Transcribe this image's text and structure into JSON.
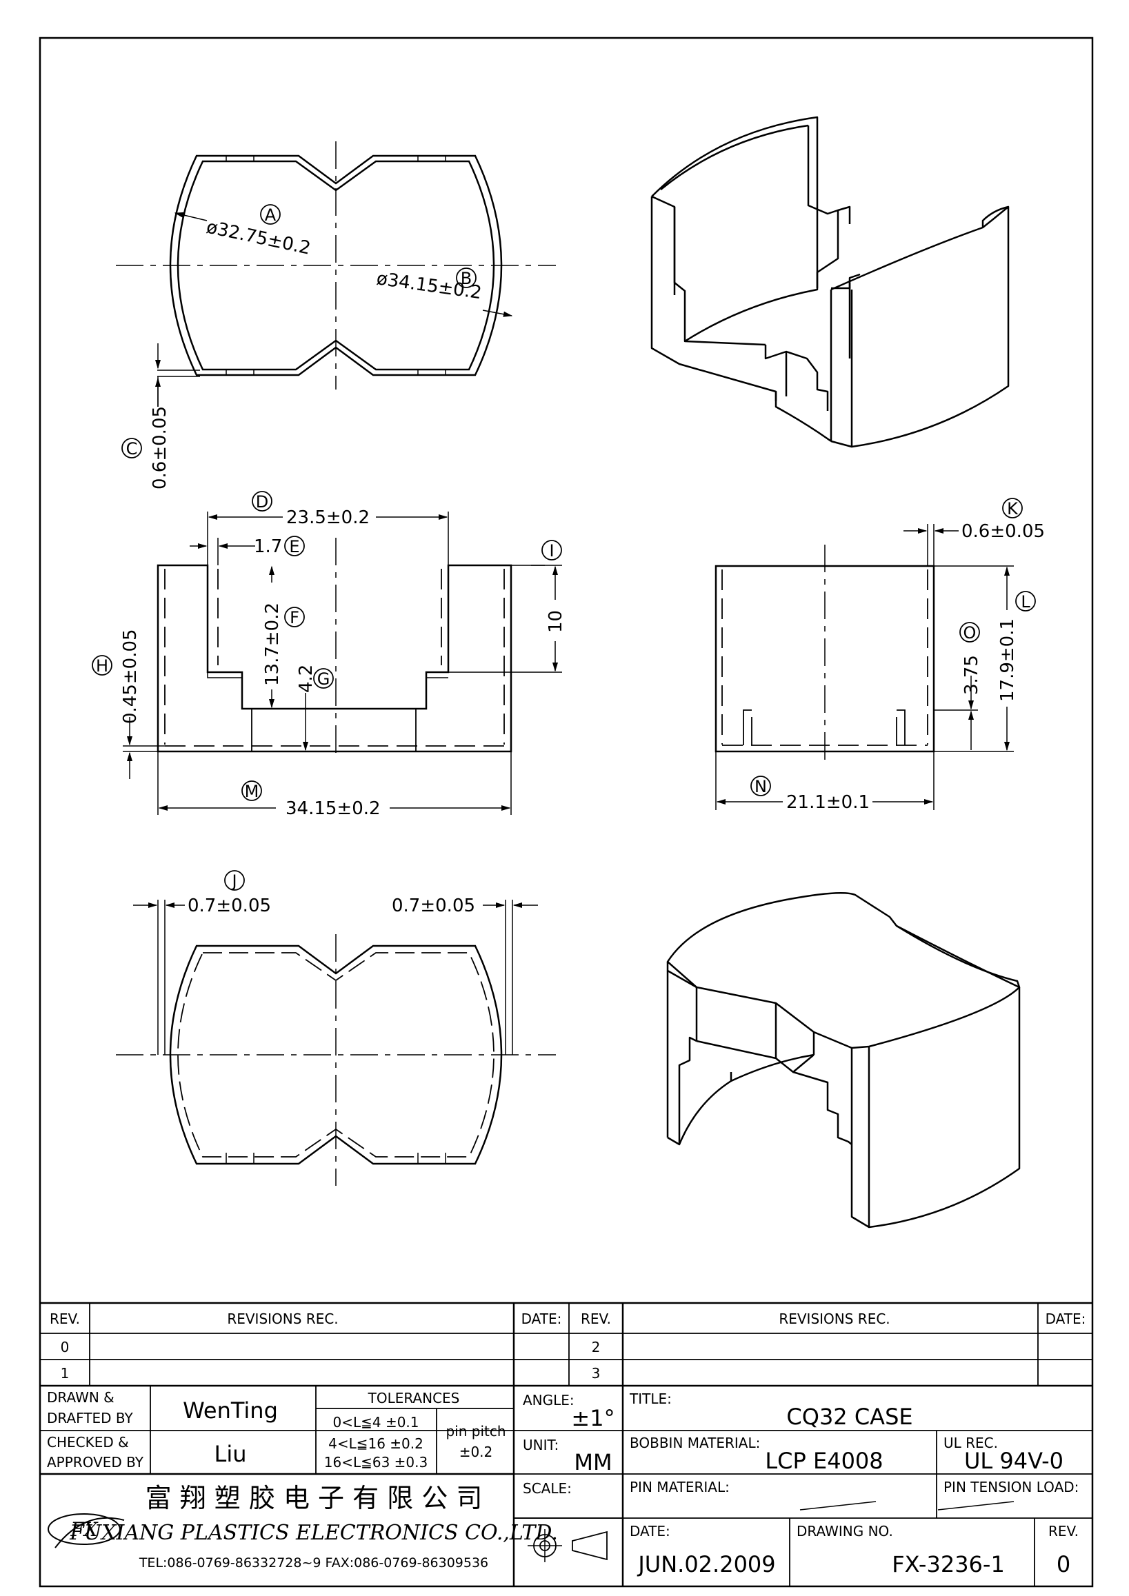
{
  "views": {
    "top_dims": {
      "A": {
        "bubble": "A",
        "text": "ø32.75±0.2"
      },
      "B": {
        "bubble": "B",
        "text": "ø34.15±0.2"
      },
      "C": {
        "bubble": "C",
        "text": "0.6±0.05"
      }
    },
    "front_dims": {
      "D": {
        "bubble": "D",
        "text": "23.5±0.2"
      },
      "E": {
        "bubble": "E",
        "text": "1.7"
      },
      "F": {
        "bubble": "F",
        "text": "13.7±0.2"
      },
      "G": {
        "bubble": "G",
        "text": "4.2"
      },
      "H": {
        "bubble": "H",
        "text": "0.45±0.05"
      },
      "I": {
        "bubble": "I",
        "text": "10"
      },
      "M": {
        "bubble": "M",
        "text": "34.15±0.2"
      }
    },
    "side_dims": {
      "K": {
        "bubble": "K",
        "text": "0.6±0.05"
      },
      "L": {
        "bubble": "L",
        "text": "17.9±0.1"
      },
      "O": {
        "bubble": "O",
        "text": "3.75"
      },
      "N": {
        "bubble": "N",
        "text": "21.1±0.1"
      }
    },
    "bottom_dims": {
      "J": {
        "bubble": "J",
        "text": "0.7±0.05"
      },
      "J2": {
        "text": "0.7±0.05"
      }
    }
  },
  "title_block": {
    "rev_header": "REV.",
    "revisions_header": "REVISIONS   REC.",
    "date_header": "DATE:",
    "rev_rows_left": [
      "0",
      "1"
    ],
    "rev_rows_right": [
      "2",
      "3"
    ],
    "drawn_label_1": "DRAWN  &",
    "drawn_label_2": "DRAFTED BY",
    "drawn_value": "WenTing",
    "checked_label_1": "CHECKED  &",
    "checked_label_2": "APPROVED  BY",
    "checked_value": "Liu",
    "tolerances_label": "TOLERANCES",
    "tol_1": "0<L≦4   ±0.1",
    "tol_2": "4<L≦16  ±0.2",
    "tol_3": "16<L≦63  ±0.3",
    "pin_pitch_label": "pin pitch",
    "pin_pitch_value": "±0.2",
    "angle_label": "ANGLE:",
    "angle_value": "±1°",
    "unit_label": "UNIT:",
    "unit_value": "MM",
    "scale_label": "SCALE:",
    "title_label": "TITLE:",
    "title_value": "CQ32  CASE",
    "bobbin_label": "BOBBIN  MATERIAL:",
    "bobbin_value": "LCP  E4008",
    "ul_label": "UL  REC.",
    "ul_value": "UL  94V-0",
    "pin_material_label": "PIN  MATERIAL:",
    "pin_tension_label": "PIN  TENSION  LOAD:",
    "date_label": "DATE:",
    "date_value": "JUN.02.2009",
    "drawing_no_label": "DRAWING  NO.",
    "drawing_no_value": "FX-3236-1",
    "rev_label": "REV.",
    "rev_value": "0",
    "company_cn": "富 翔 塑 胶 电 子 有 限 公 司",
    "company_en": "FUXIANG  PLASTICS  ELECTRONICS  CO.,LTD.",
    "company_tel": "TEL:086-0769-86332728~9   FAX:086-0769-86309536",
    "logo_text": "FX"
  }
}
